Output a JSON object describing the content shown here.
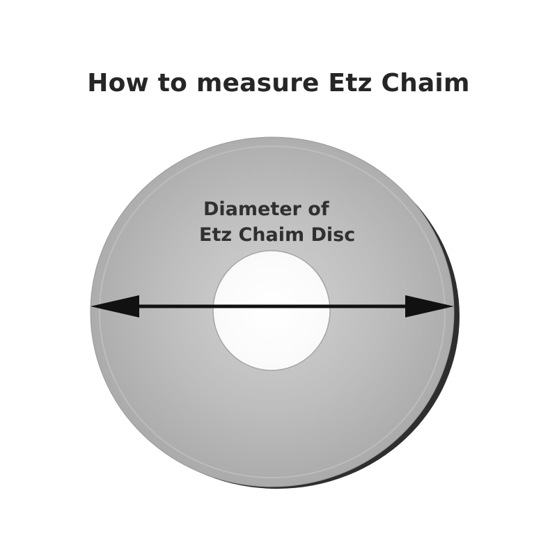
{
  "title": "How to measure Etz Chaim",
  "diagram": {
    "label_line_1": "Diameter of",
    "label_line_2": "Etz Chaim Disc"
  },
  "colors": {
    "title": "#262626",
    "disc_fill": "#b3b3b3",
    "disc_edge": "#9a9a9a",
    "disc_shadow": "#2e2e2e",
    "hole_fill": "#ffffff",
    "arrow": "#111111"
  }
}
